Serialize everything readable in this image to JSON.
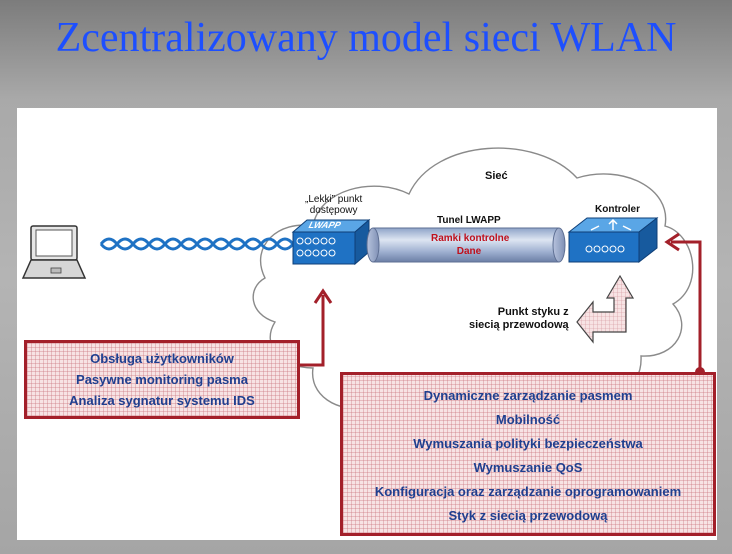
{
  "title": "Zcentralizowany model sieci WLAN",
  "diagram": {
    "cloud_label": "Sieć",
    "access_point": {
      "label_line1": "„Lekki” punkt",
      "label_line2": "dostępowy",
      "device_text": "LWAPP"
    },
    "tunnel": {
      "label": "Tunel LWAPP",
      "line1": "Ramki kontrolne",
      "line2": "Dane"
    },
    "controller_label": "Kontroler",
    "wired_point": {
      "line1": "Punkt styku z",
      "line2": "siecią przewodową"
    },
    "left_box": [
      "Obsługa użytkowników",
      "Pasywne monitoring pasma",
      "Analiza sygnatur systemu IDS"
    ],
    "right_box": [
      "Dynamiczne zarządzanie pasmem",
      "Mobilność",
      "Wymuszania polityki  bezpieczeństwa",
      "Wymuszanie QoS",
      "Konfiguracja oraz zarządzanie oprogramowaniem",
      "Styk z siecią przewodową"
    ]
  },
  "colors": {
    "title": "#1d4fff",
    "box_border": "#a3202a",
    "box_text": "#1f3f8f",
    "device_blue": "#1f72c4",
    "tunnel_text": "#c0101c"
  }
}
